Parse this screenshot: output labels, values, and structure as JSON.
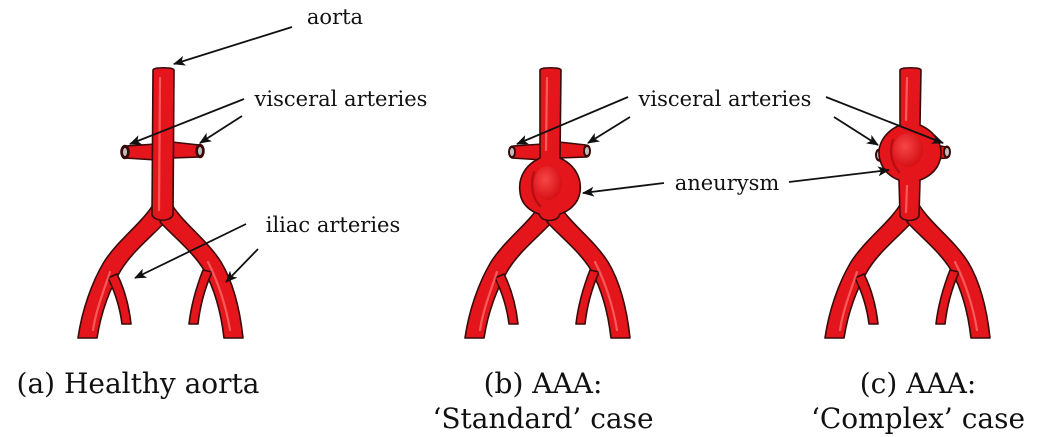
{
  "annotations": {
    "aorta": "aorta",
    "visceral_a": "visceral arteries",
    "iliac": "iliac arteries",
    "visceral_b": "visceral arteries",
    "aneurysm": "aneurysm"
  },
  "captions": {
    "a": "(a) Healthy aorta",
    "b_line1": "(b) AAA:",
    "b_line2": "‘Standard’ case",
    "c_line1": "(c) AAA:",
    "c_line2": "‘Complex’ case"
  },
  "colors": {
    "vessel": "#e4161b",
    "outline": "#3a0a0a",
    "text": "#111111"
  },
  "panels": [
    {
      "id": "a",
      "aneurysm": "none"
    },
    {
      "id": "b",
      "aneurysm": "infrarenal"
    },
    {
      "id": "c",
      "aneurysm": "juxtarenal"
    }
  ]
}
